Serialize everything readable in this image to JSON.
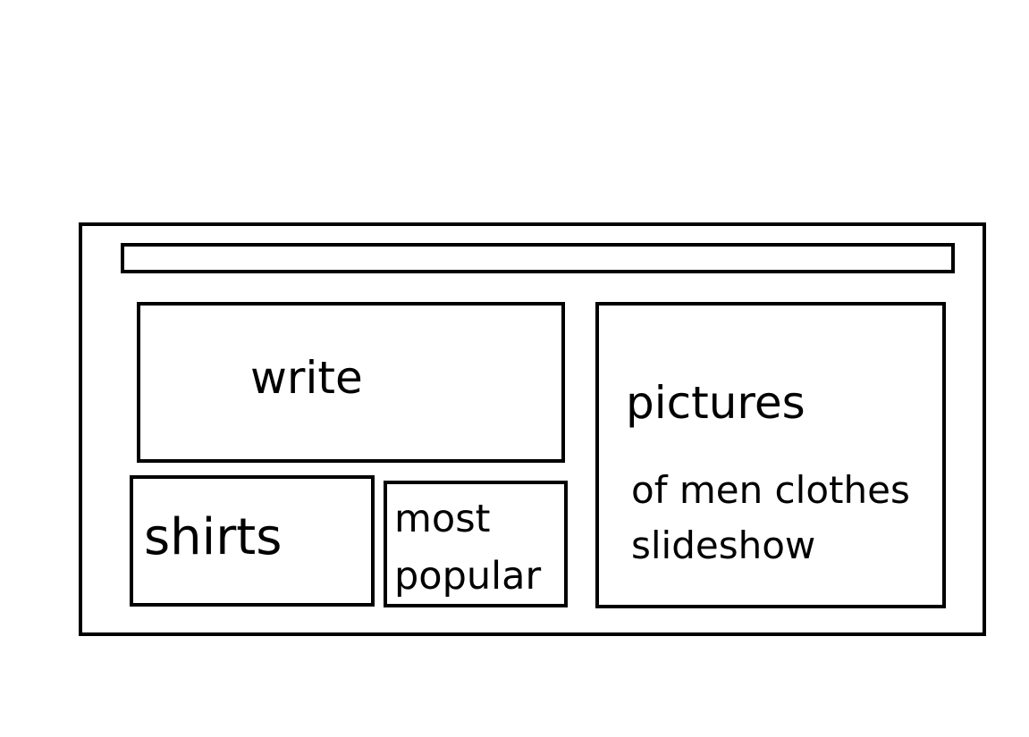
{
  "write": {
    "label": "write"
  },
  "shirts": {
    "label": "shirts"
  },
  "most_popular": {
    "lines": [
      "most",
      "popular"
    ]
  },
  "pictures": {
    "title": "pictures",
    "lines": [
      "of men clothes",
      "slideshow"
    ]
  }
}
